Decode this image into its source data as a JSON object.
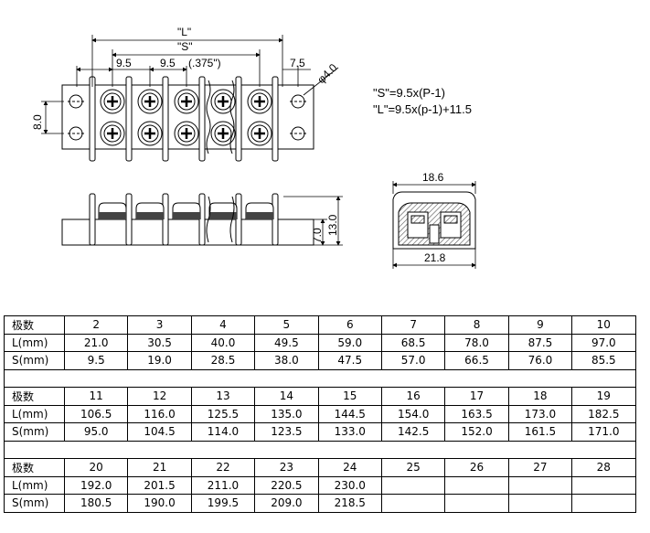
{
  "dims": {
    "L": "\"L\"",
    "S": "\"S\"",
    "pitch1": "9.5",
    "pitch2": "9.5",
    "pitch_in": "(.375\")",
    "edge": "7.5",
    "hole": "φ4.0",
    "height_8": "8.0",
    "h7": "7.0",
    "h13": "13.0",
    "w_top": "18.6",
    "w_bottom": "21.8"
  },
  "formulas": {
    "s": "\"S\"=9.5x(P-1)",
    "l": "\"L\"=9.5x(p-1)+11.5"
  },
  "table": {
    "header_label": "极数",
    "l_label": "L(mm)",
    "s_label": "S(mm)",
    "blocks": [
      {
        "poles": [
          "2",
          "3",
          "4",
          "5",
          "6",
          "7",
          "8",
          "9",
          "10"
        ],
        "l": [
          "21.0",
          "30.5",
          "40.0",
          "49.5",
          "59.0",
          "68.5",
          "78.0",
          "87.5",
          "97.0"
        ],
        "s": [
          "9.5",
          "19.0",
          "28.5",
          "38.0",
          "47.5",
          "57.0",
          "66.5",
          "76.0",
          "85.5"
        ]
      },
      {
        "poles": [
          "11",
          "12",
          "13",
          "14",
          "15",
          "16",
          "17",
          "18",
          "19"
        ],
        "l": [
          "106.5",
          "116.0",
          "125.5",
          "135.0",
          "144.5",
          "154.0",
          "163.5",
          "173.0",
          "182.5"
        ],
        "s": [
          "95.0",
          "104.5",
          "114.0",
          "123.5",
          "133.0",
          "142.5",
          "152.0",
          "161.5",
          "171.0"
        ]
      },
      {
        "poles": [
          "20",
          "21",
          "22",
          "23",
          "24",
          "25",
          "26",
          "27",
          "28"
        ],
        "l": [
          "192.0",
          "201.5",
          "211.0",
          "220.5",
          "230.0",
          "",
          "",
          "",
          ""
        ],
        "s": [
          "180.5",
          "190.0",
          "199.5",
          "209.0",
          "218.5",
          "",
          "",
          "",
          ""
        ]
      }
    ]
  }
}
